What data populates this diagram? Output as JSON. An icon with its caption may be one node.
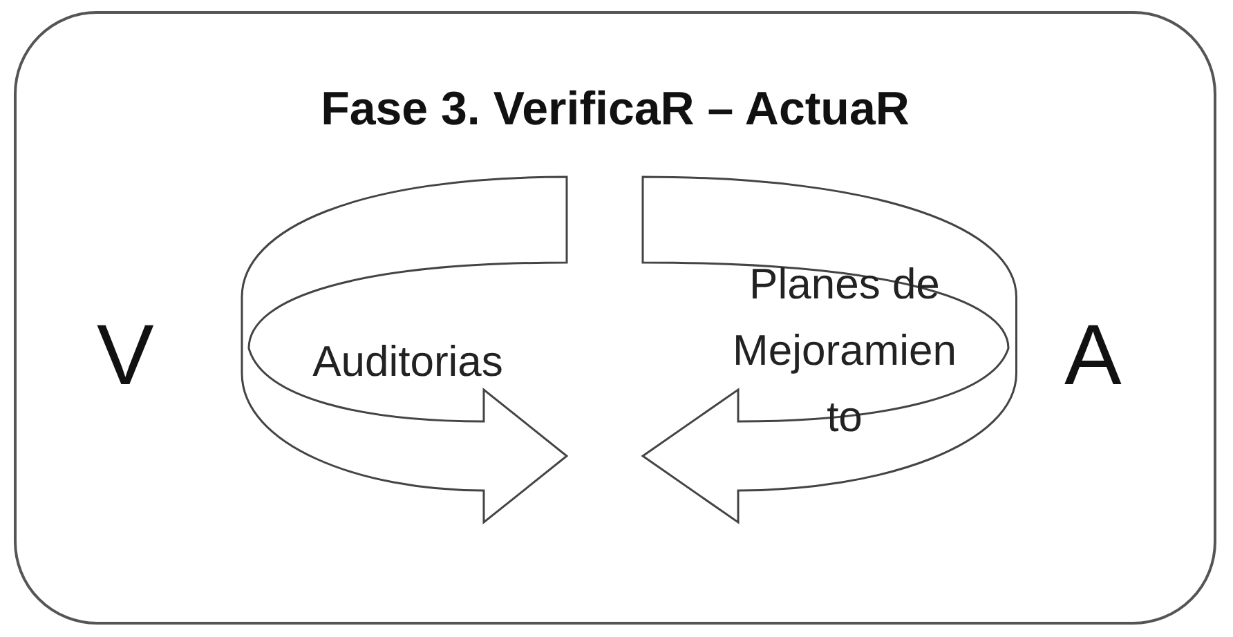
{
  "diagram": {
    "nodes": [
      {
        "text": [
          "Fase 3. VerificaR – ActuaR"
        ]
      },
      {
        "text": [
          "Auditorias"
        ],
        "in": 0
      },
      {
        "text": [
          "Planes de Mejoramien to"
        ],
        "in": 0
      }
    ],
    "labels": [
      "V",
      "A"
    ]
  }
}
